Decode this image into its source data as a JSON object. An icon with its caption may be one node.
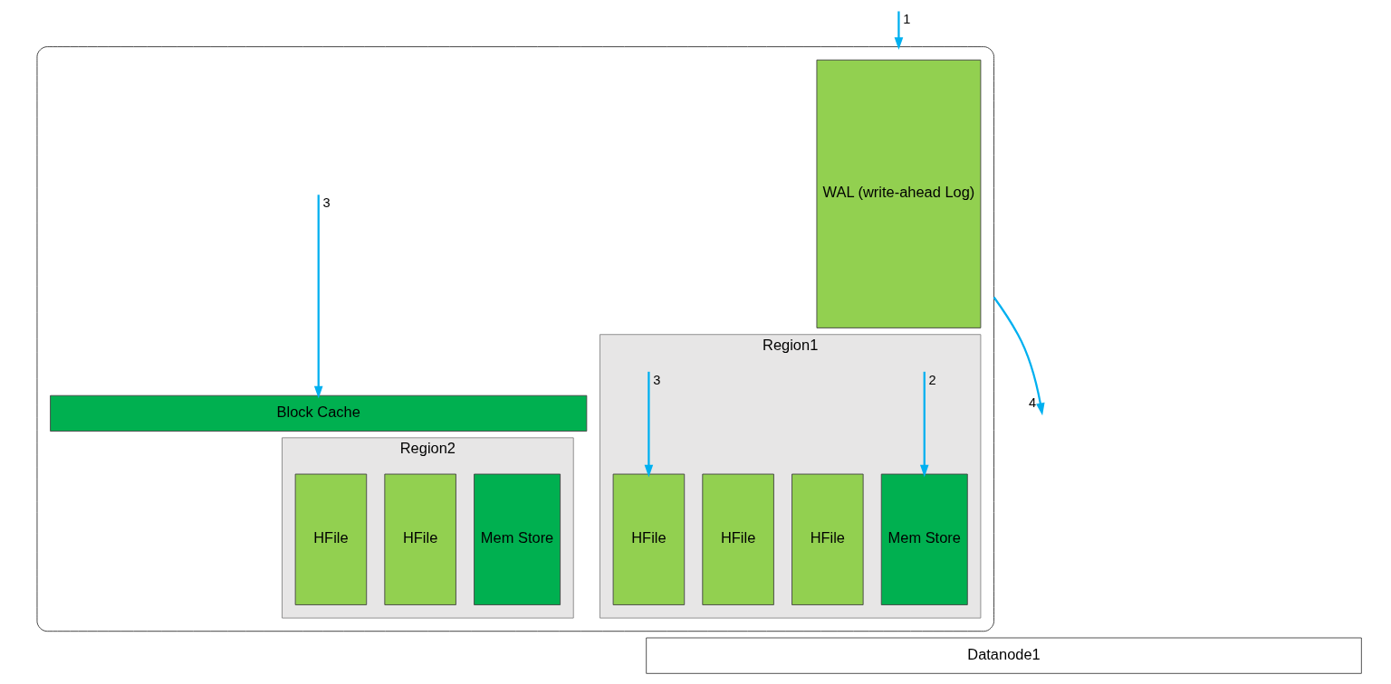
{
  "diagram": {
    "nodes": [
      {
        "text": [],
        "shape": "box"
      },
      {
        "text": [
          "WAL (write-ahead Log)"
        ],
        "in": 0
      },
      {
        "text": [
          "Block Cache"
        ],
        "in": 0
      },
      {
        "text": [
          "Region1"
        ],
        "in": 0
      },
      {
        "text": [
          "HFile"
        ],
        "in": 3
      },
      {
        "text": [
          "HFile"
        ],
        "in": 3
      },
      {
        "text": [
          "HFile"
        ],
        "in": 3
      },
      {
        "text": [
          "Mem Store"
        ],
        "in": 3
      },
      {
        "text": [
          "Region2"
        ],
        "in": 0
      },
      {
        "text": [
          "HFile"
        ],
        "in": 8
      },
      {
        "text": [
          "HFile"
        ],
        "in": 8
      },
      {
        "text": [
          "Mem Store"
        ],
        "in": 8
      },
      {
        "text": [
          "Datanode1"
        ]
      }
    ],
    "edges": [
      {
        "from": null,
        "to": 2,
        "arrow": "to",
        "label": "3"
      },
      {
        "from": 0,
        "to": null,
        "arrow": "to",
        "label": "4"
      },
      {
        "from": null,
        "to": 0,
        "arrow": "to",
        "label": "1"
      },
      {
        "from": null,
        "to": 4,
        "arrow": "to",
        "label": "3"
      },
      {
        "from": null,
        "to": 7,
        "arrow": "to",
        "label": "2"
      }
    ]
  }
}
